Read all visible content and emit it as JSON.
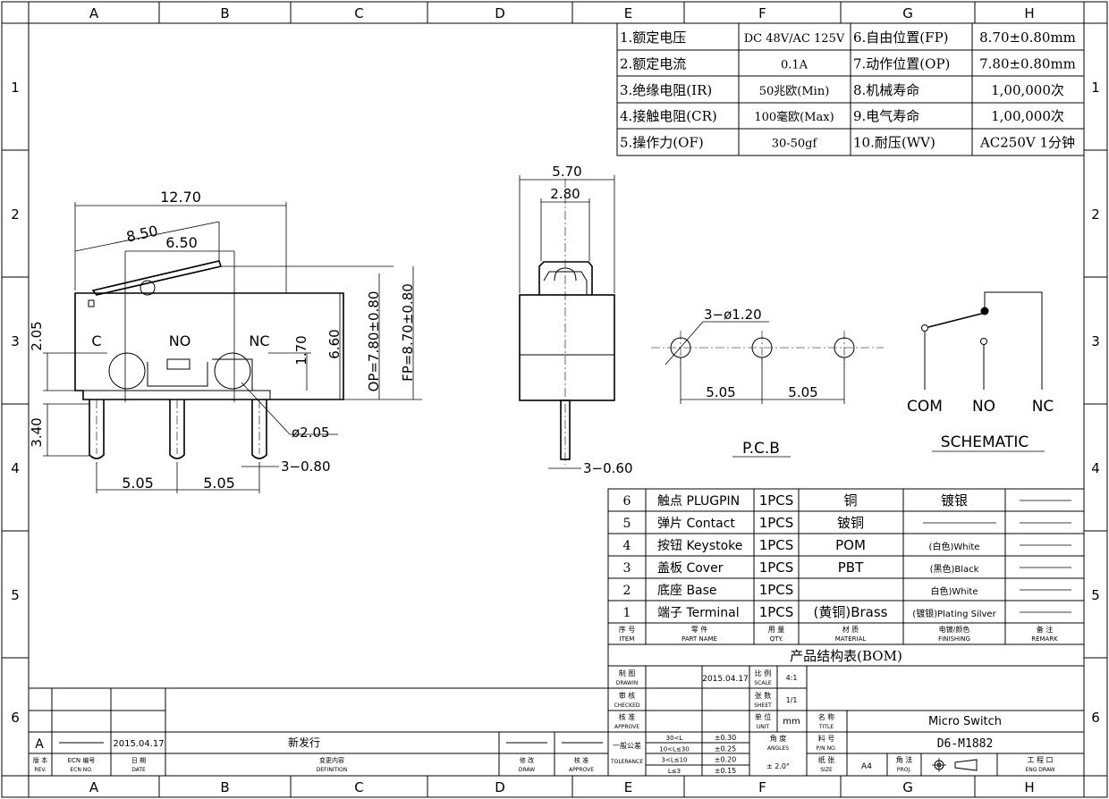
{
  "grid": {
    "cols": [
      "A",
      "B",
      "C",
      "D",
      "E",
      "F",
      "G",
      "H"
    ],
    "rows": [
      "1",
      "2",
      "3",
      "4",
      "5",
      "6"
    ]
  },
  "specs": [
    {
      "n": "1.额定电压",
      "v": "DC 48V/AC 125V",
      "n2": "6.自由位置(FP)",
      "v2": "8.70±0.80mm"
    },
    {
      "n": "2.额定电流",
      "v": "0.1A",
      "n2": "7.动作位置(OP)",
      "v2": "7.80±0.80mm"
    },
    {
      "n": "3.绝缘电阻(IR)",
      "v": "50兆欧(Min)",
      "n2": "8.机械寿命",
      "v2": "1,00,000次"
    },
    {
      "n": "4.接触电阻(CR)",
      "v": "100毫欧(Max)",
      "n2": "9.电气寿命",
      "v2": "1,00,000次"
    },
    {
      "n": "5.操作力(OF)",
      "v": "30-50gf",
      "n2": "10.耐压(WV)",
      "v2": "AC250V 1分钟"
    }
  ],
  "front_view": {
    "dims": {
      "width": "12.70",
      "lever": "8.50",
      "lever2": "6.50",
      "h205": "2.05",
      "h340": "3.40",
      "h170": "1.70",
      "h660": "6.60",
      "op": "OP=7.80±0.80",
      "fp": "FP=8.70±0.80",
      "hole": "ø2.05",
      "pins": "3−0.80",
      "p1": "5.05",
      "p2": "5.05"
    },
    "labels": {
      "c": "C",
      "no": "NO",
      "nc": "NC"
    }
  },
  "side_view": {
    "dims": {
      "w1": "5.70",
      "w2": "2.80",
      "pin": "3−0.60"
    }
  },
  "pcb": {
    "hole": "3−ø1.20",
    "p1": "5.05",
    "p2": "5.05",
    "title": "P.C.B"
  },
  "schematic": {
    "com": "COM",
    "no": "NO",
    "nc": "NC",
    "title": "SCHEMATIC"
  },
  "bom": {
    "rows": [
      {
        "no": "6",
        "part": "触点 PLUGPIN",
        "qty": "1PCS",
        "mat": "铜",
        "fin": "镀银",
        "rem": ""
      },
      {
        "no": "5",
        "part": "弹片 Contact",
        "qty": "1PCS",
        "mat": "铍铜",
        "fin": "",
        "rem": ""
      },
      {
        "no": "4",
        "part": "按钮 Keystoke",
        "qty": "1PCS",
        "mat": "POM",
        "fin": "(白色)White",
        "rem": ""
      },
      {
        "no": "3",
        "part": "盖板  Cover",
        "qty": "1PCS",
        "mat": "PBT",
        "fin": "(黑色)Black",
        "rem": ""
      },
      {
        "no": "2",
        "part": "底座  Base",
        "qty": "1PCS",
        "mat": "",
        "fin": "白色)White",
        "rem": ""
      },
      {
        "no": "1",
        "part": "端子 Terminal",
        "qty": "1PCS",
        "mat": "(黄铜)Brass",
        "fin": "(镀银)Plating Silver",
        "rem": ""
      }
    ],
    "header": {
      "no": "序 号",
      "no_en": "ITEM",
      "part": "零 件",
      "part_en": "PART NAME",
      "qty": "用 量",
      "qty_en": "QTY.",
      "mat": "材 质",
      "mat_en": "MATERIAL",
      "fin": "电镀/颜色",
      "fin_en": "FINISHING",
      "rem": "备 注",
      "rem_en": "REMARK"
    },
    "caption": "产品结构表(BOM)"
  },
  "title_block": {
    "drawn": "制 图",
    "drawn_en": "DRAWIN",
    "drawn_date": "2015.04.17",
    "checked": "审 核",
    "checked_en": "CHECKED",
    "approve": "核 准",
    "approve_en": "APPROVE",
    "scale": "比 例",
    "scale_en": "SCALE",
    "scale_v": "4:1",
    "sheet": "张 数",
    "sheet_en": "SHEET",
    "sheet_v": "1/1",
    "unit": "单 位",
    "unit_en": "UNIT",
    "unit_v": "mm",
    "title": "名 称",
    "title_en": "TITLE",
    "title_v": "Micro Switch",
    "pn": "料 号",
    "pn_en": "P/N NO.",
    "pn_v": "D6-M1882",
    "angles": "角 度",
    "angles_en": "ANGLES",
    "angles_v": "± 2.0°",
    "size": "纸 张",
    "size_en": "SIZE",
    "size_v": "A4",
    "proj": "角 法",
    "proj_en": "PROJ.",
    "eng": "工 程 口",
    "eng_en": "ENG DRAW",
    "tol": "一般公差",
    "tol_en": "TOLERANCE",
    "tol_rows": [
      [
        "30<L",
        "±0.30"
      ],
      [
        "10<L≤30",
        "±0.25"
      ],
      [
        "3<L≤10",
        "±0.20"
      ],
      [
        "L≤3",
        "±0.15"
      ]
    ]
  },
  "revision": {
    "rev": "A",
    "date": "2015.04.17",
    "def": "新发行",
    "h_rev": "版 本",
    "h_rev_en": "REV.",
    "h_ecn": "ECN 编号",
    "h_ecn_en": "ECN NO.",
    "h_date": "日 期",
    "h_date_en": "DATE",
    "h_def": "变更内容",
    "h_def_en": "DEFINITION",
    "h_draw": "修 改",
    "h_draw_en": "DRAW",
    "h_app": "核 准",
    "h_app_en": "APPROVE"
  }
}
